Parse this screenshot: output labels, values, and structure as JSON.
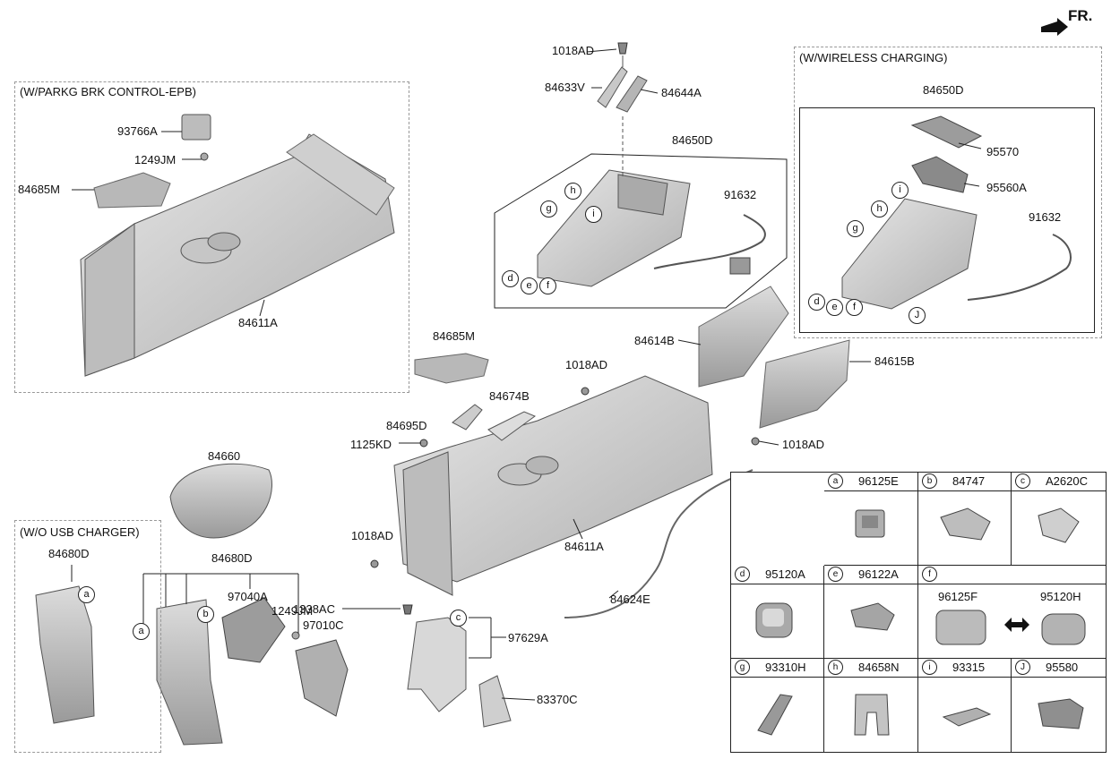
{
  "direction_label": "FR.",
  "groups": {
    "epb": "(W/PARKG BRK CONTROL-EPB)",
    "wireless": "(W/WIRELESS CHARGING)",
    "usb": "(W/O USB CHARGER)"
  },
  "labels": {
    "p1018AD_top": "1018AD",
    "p84633V": "84633V",
    "p84644A": "84644A",
    "p84650D_mid": "84650D",
    "p91632_mid": "91632",
    "p93766A": "93766A",
    "p1249JM_top": "1249JM",
    "p84685M_left": "84685M",
    "p84611A_left": "84611A",
    "p84650D_right": "84650D",
    "p95570": "95570",
    "p95560A": "95560A",
    "p91632_right": "91632",
    "p84614B": "84614B",
    "p84615B": "84615B",
    "p84685M_mid": "84685M",
    "p1018AD_mid": "1018AD",
    "p84674B": "84674B",
    "p84695D": "84695D",
    "p1125KD": "1125KD",
    "p1018AD_right": "1018AD",
    "p84660": "84660",
    "p84611A_mid": "84611A",
    "p84680D_left": "84680D",
    "p84680D_mid": "84680D",
    "p97040A": "97040A",
    "p1249JM_bot": "1249JM",
    "p97010C": "97010C",
    "p1018AD_low": "1018AD",
    "p1338AC": "1338AC",
    "p97629A": "97629A",
    "p84624E": "84624E",
    "p83370C": "83370C",
    "p96125F": "96125F",
    "p95120H": "95120H"
  },
  "callouts": [
    "a",
    "b",
    "c",
    "d",
    "e",
    "f",
    "g",
    "h",
    "i",
    "J"
  ],
  "legend": [
    {
      "code": "a",
      "part": "96125E"
    },
    {
      "code": "b",
      "part": "84747"
    },
    {
      "code": "c",
      "part": "A2620C"
    },
    {
      "code": "d",
      "part": "95120A"
    },
    {
      "code": "e",
      "part": "96122A"
    },
    {
      "code": "f",
      "part": ""
    },
    {
      "code": "g",
      "part": "93310H"
    },
    {
      "code": "h",
      "part": "84658N"
    },
    {
      "code": "i",
      "part": "93315"
    },
    {
      "code": "J",
      "part": "95580"
    }
  ],
  "colors": {
    "part_fill": "#d4d4d4",
    "part_dark": "#a8a8a8",
    "line": "#222222",
    "dashed_frame": "#999999"
  }
}
